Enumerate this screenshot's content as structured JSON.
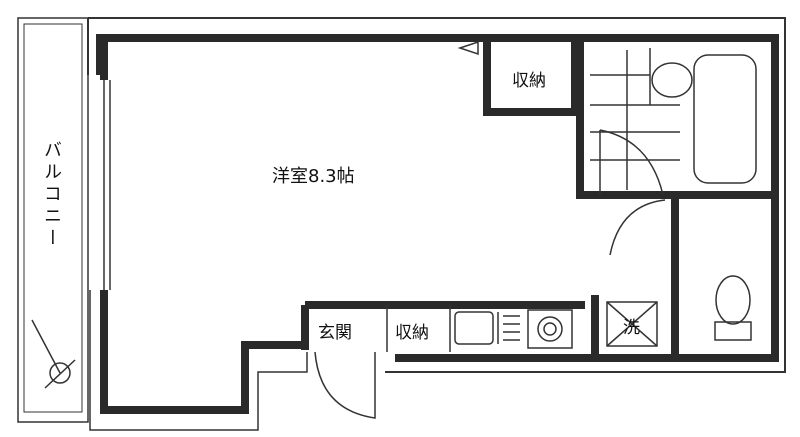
{
  "rooms": {
    "western_room": "洋室8.3帖",
    "storage_top": "収納",
    "balcony": "バルコニー",
    "entrance": "玄関",
    "storage_bottom": "収納",
    "laundry": "洗"
  },
  "colors": {
    "wall": "#2a2a2a",
    "line": "#333333",
    "background": "#ffffff"
  }
}
